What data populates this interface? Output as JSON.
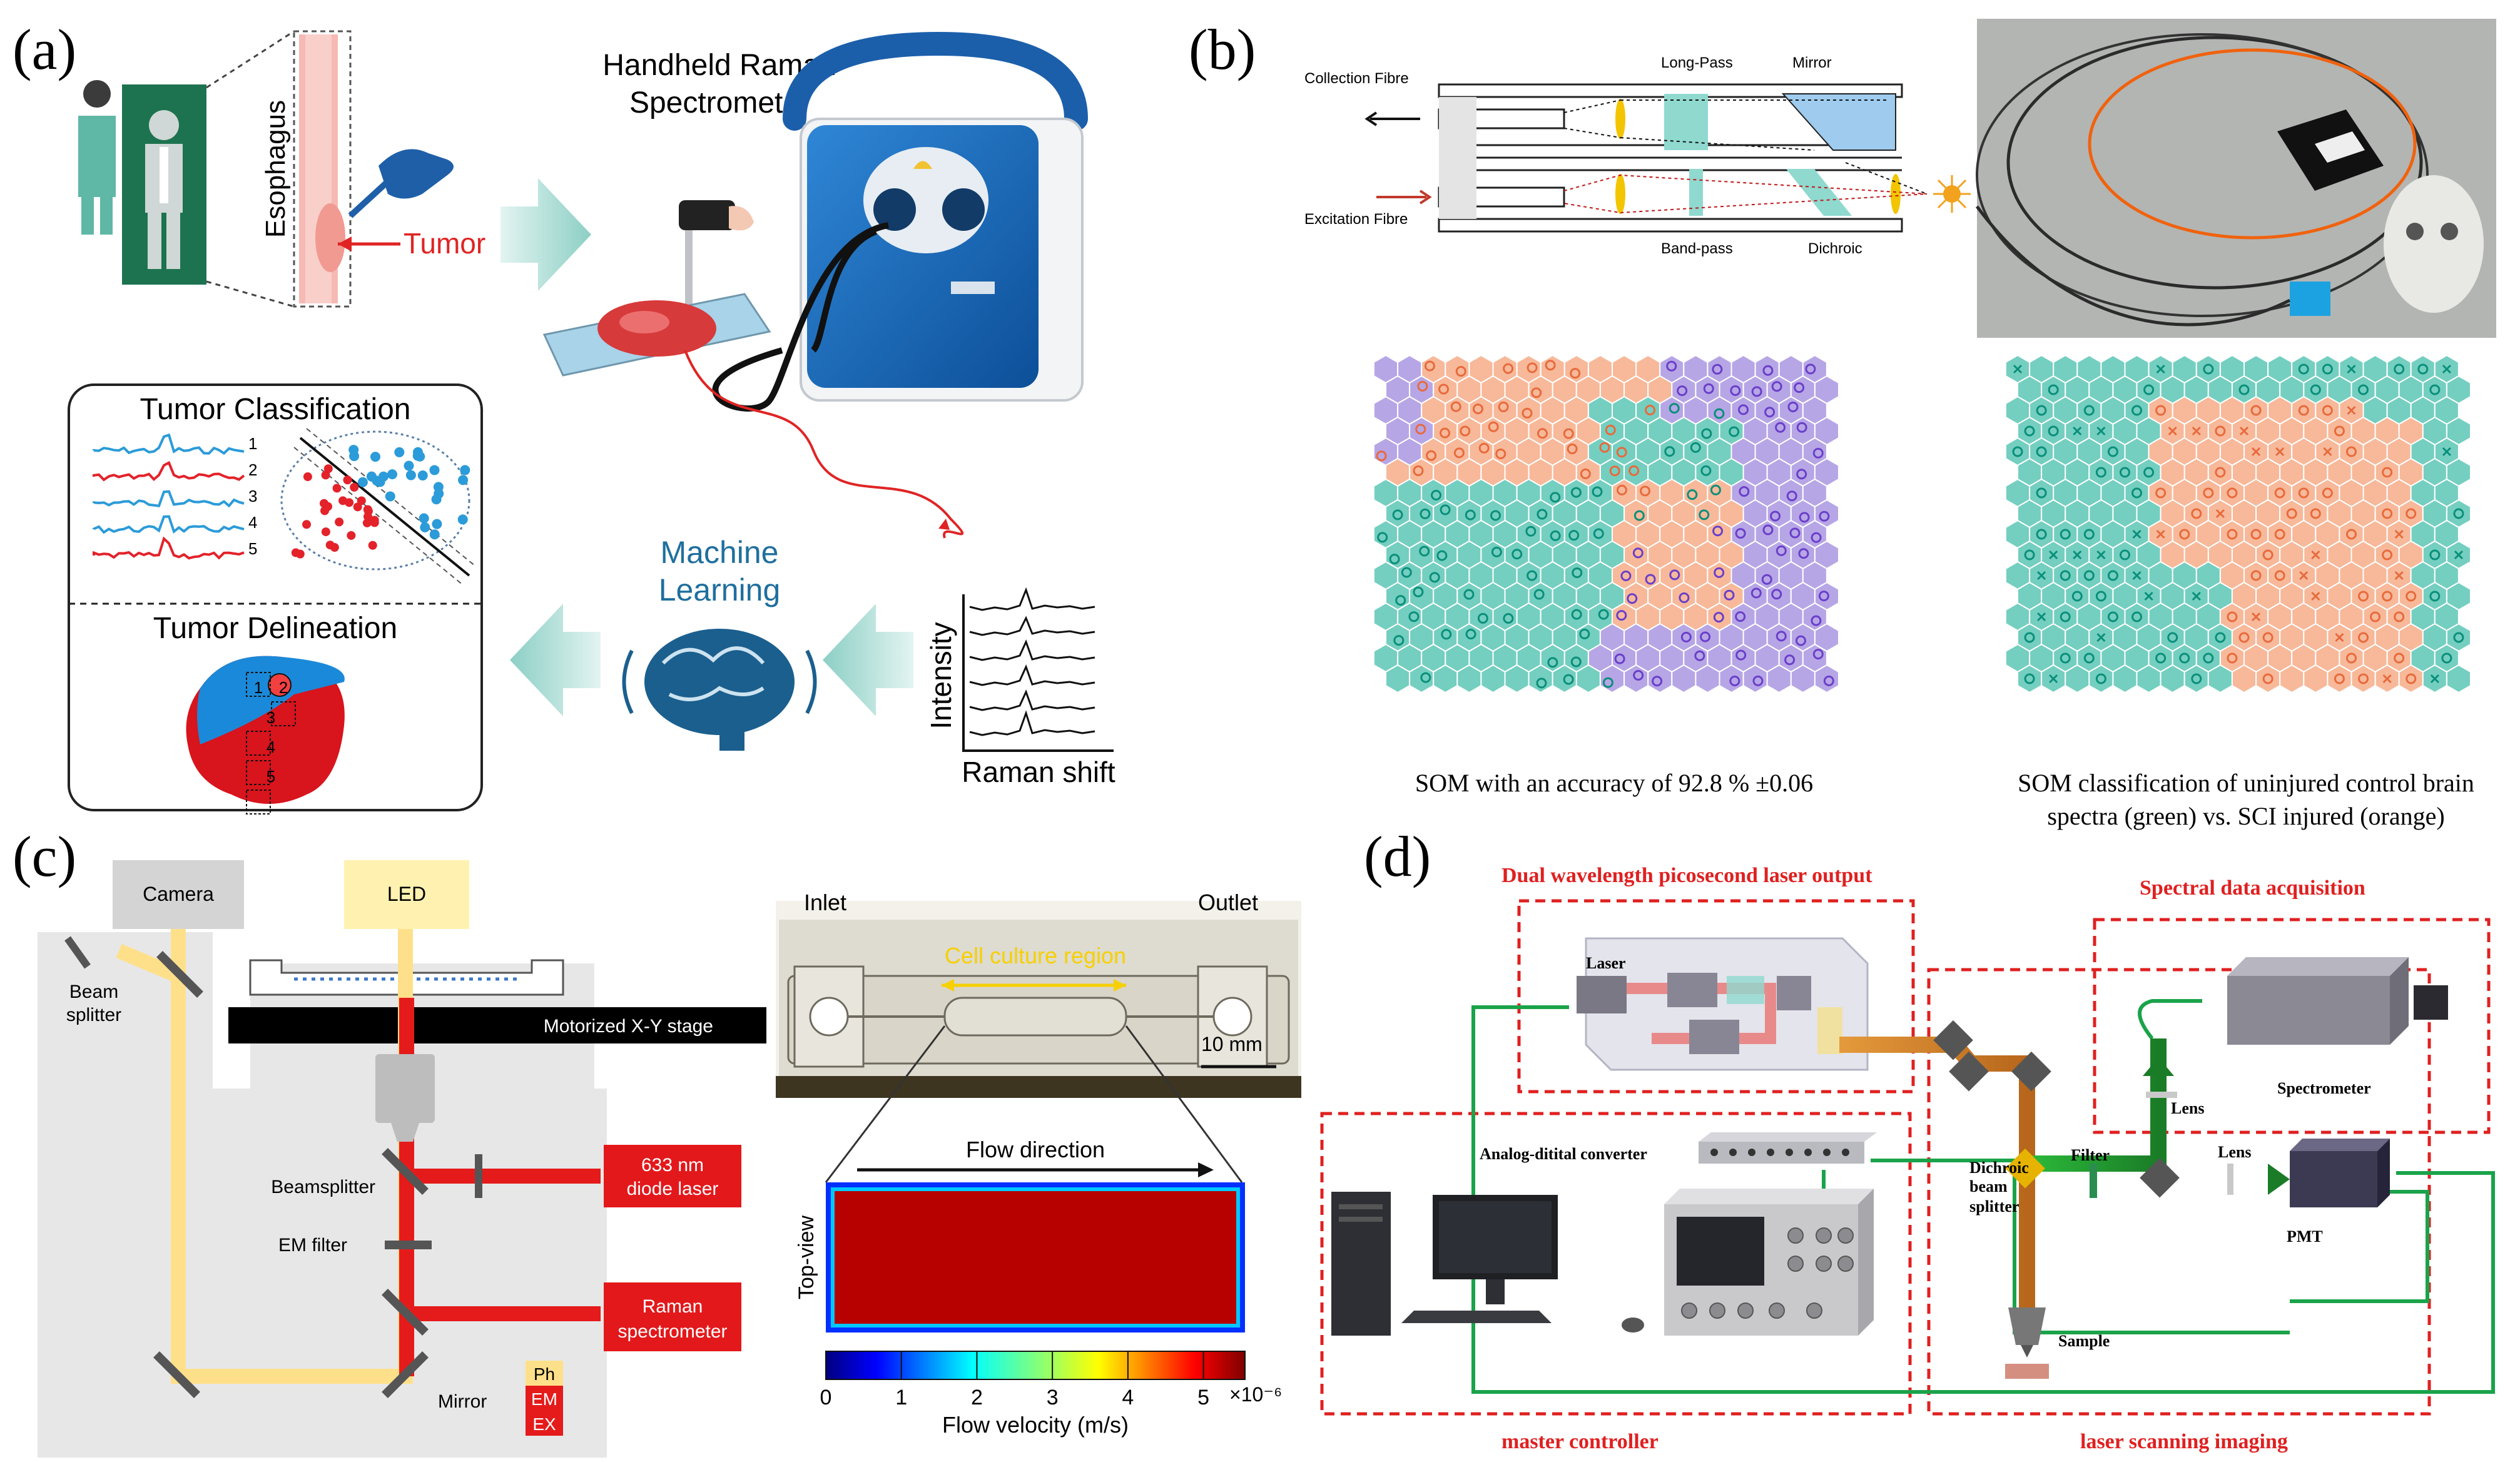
{
  "panels": {
    "a": {
      "label": "(a)",
      "esophagus": "Esophagus",
      "tumor": "Tumor",
      "device_line1": "Handheld Raman",
      "device_line2": "Spectrometer",
      "ml_line1": "Machine",
      "ml_line2": "Learning",
      "intensity": "Intensity",
      "raman_shift": "Raman shift",
      "classification_title": "Tumor Classification",
      "delineation_title": "Tumor Delineation",
      "spectra_numbers": [
        "1",
        "2",
        "3",
        "4",
        "5"
      ],
      "region_numbers": [
        "1",
        "2",
        "3",
        "4",
        "5"
      ]
    },
    "b": {
      "label": "(b)",
      "collection_fibre": "Collection Fibre",
      "excitation_fibre": "Excitation Fibre",
      "long_pass": "Long-Pass",
      "mirror": "Mirror",
      "band_pass": "Band-pass",
      "dichroic": "Dichroic",
      "som1_caption": "SOM with an accuracy of 92.8 % ±0.06",
      "som2_caption_line1": "SOM classification of uninjured control brain",
      "som2_caption_line2": "spectra (green) vs. SCI injured (orange)"
    },
    "c": {
      "label": "(c)",
      "camera": "Camera",
      "led": "LED",
      "beam_splitter_line1": "Beam",
      "beam_splitter_line2": "splitter",
      "stage": "Motorized X-Y stage",
      "beamsplitter": "Beamsplitter",
      "em_filter": "EM filter",
      "mirror": "Mirror",
      "laser_line1": "633 nm",
      "laser_line2": "diode laser",
      "raman_line1": "Raman",
      "raman_line2": "spectrometer",
      "legend": [
        "Ph",
        "EM",
        "EX"
      ],
      "inlet": "Inlet",
      "outlet": "Outlet",
      "culture_region": "Cell culture region",
      "scale_bar": "10 mm",
      "flow_direction": "Flow direction",
      "top_view": "Top-view",
      "colorbar_ticks": [
        "0",
        "1",
        "2",
        "3",
        "4",
        "5"
      ],
      "colorbar_exponent": "×10⁻⁶",
      "colorbar_label": "Flow velocity (m/s)"
    },
    "d": {
      "label": "(d)",
      "laser_output": "Dual wavelength picosecond laser output",
      "spectral_acq": "Spectral data acquisition",
      "laser": "Laser",
      "adc": "Analog-ditital converter",
      "dichroic_line1": "Dichroic",
      "dichroic_line2": "beam",
      "dichroic_line3": "splitter",
      "filter": "Filter",
      "lens_top": "Lens",
      "lens_right": "Lens",
      "spectrometer": "Spectrometer",
      "pmt": "PMT",
      "sample": "Sample",
      "master_controller": "master controller",
      "scanning_imaging": "laser scanning imaging"
    }
  },
  "colors": {
    "tumor_red": "#e02424",
    "raman_blue": "#1f6fb5",
    "arrow_teal": "#9fd6cf",
    "som_teal": "#74cfc0",
    "som_orange": "#f7b99a",
    "som_purple": "#b7a6e6",
    "laser_red": "#e51b1b",
    "led_yellow": "#fff0a8",
    "dashed_red": "#e02020",
    "wire_green": "#1aa34a",
    "beam_orange": "#d07a1a",
    "beam_green": "#27a533"
  }
}
